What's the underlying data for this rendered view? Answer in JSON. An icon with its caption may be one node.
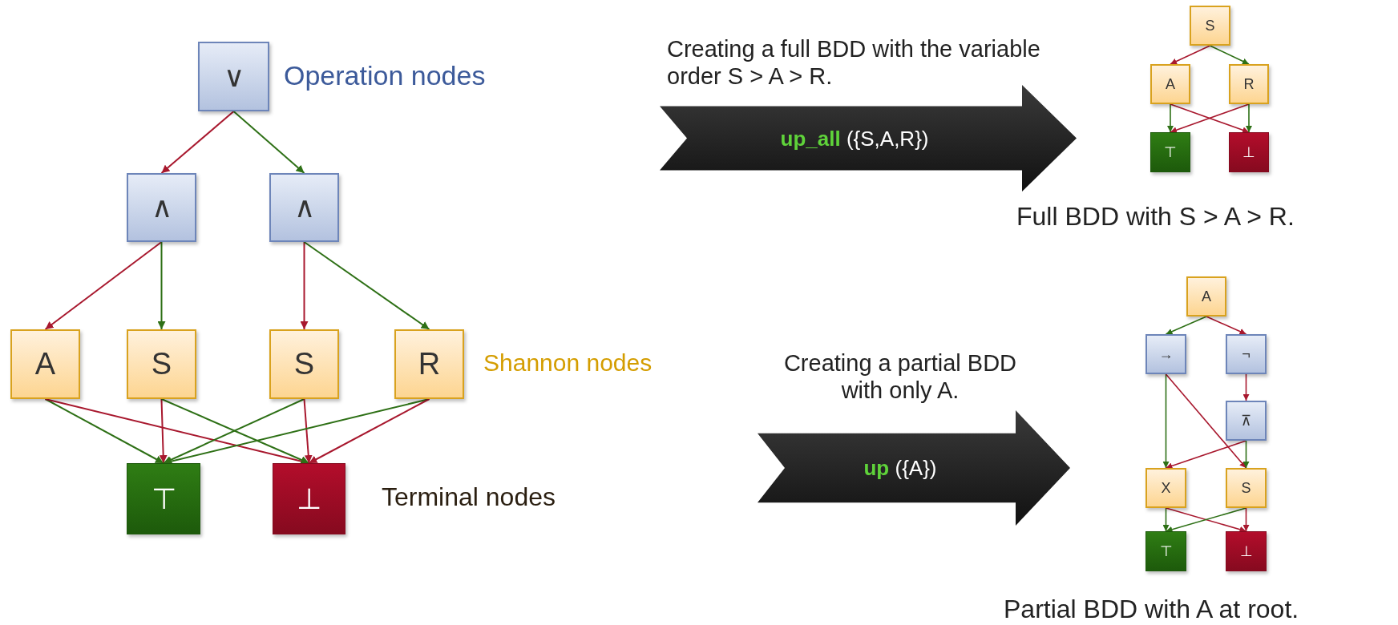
{
  "diagram": {
    "nodes": [
      {
        "text": [
          "∨"
        ]
      },
      {
        "text": [
          "∧"
        ]
      },
      {
        "text": [
          "∧"
        ]
      },
      {
        "text": [
          "A"
        ]
      },
      {
        "text": [
          "S"
        ]
      },
      {
        "text": [
          "S"
        ]
      },
      {
        "text": [
          "R"
        ]
      },
      {
        "text": [
          "⊤"
        ]
      },
      {
        "text": [
          "⊥"
        ]
      },
      {
        "text": [
          "Creating a full BDD with the variable order S > A > R.",
          "**up_all** ({S,A,R})"
        ]
      },
      {
        "text": [
          "S"
        ]
      },
      {
        "text": [
          "A"
        ]
      },
      {
        "text": [
          "R"
        ]
      },
      {
        "text": [
          "⊤"
        ]
      },
      {
        "text": [
          "⊥"
        ]
      },
      {
        "text": [
          "Creating a partial BDD with only A.",
          "**up** ({A})"
        ]
      },
      {
        "text": [
          "A"
        ]
      },
      {
        "text": [
          "→"
        ]
      },
      {
        "text": [
          "¬"
        ]
      },
      {
        "text": [
          "⊼"
        ]
      },
      {
        "text": [
          "X"
        ]
      },
      {
        "text": [
          "S"
        ]
      },
      {
        "text": [
          "⊤"
        ]
      },
      {
        "text": [
          "⊥"
        ]
      }
    ],
    "edges": [
      {
        "from": 0,
        "to": 1,
        "arrow": "to",
        "color": "#a8182e"
      },
      {
        "from": 0,
        "to": 2,
        "arrow": "to",
        "color": "#2e7016"
      },
      {
        "from": 1,
        "to": 3,
        "arrow": "to",
        "color": "#a8182e"
      },
      {
        "from": 1,
        "to": 4,
        "arrow": "to",
        "color": "#2e7016"
      },
      {
        "from": 2,
        "to": 5,
        "arrow": "to",
        "color": "#a8182e"
      },
      {
        "from": 2,
        "to": 6,
        "arrow": "to",
        "color": "#2e7016"
      },
      {
        "from": 3,
        "to": 7,
        "arrow": "to",
        "color": "#2e7016"
      },
      {
        "from": 3,
        "to": 8,
        "arrow": "to",
        "color": "#a8182e"
      },
      {
        "from": 4,
        "to": 7,
        "arrow": "to",
        "color": "#a8182e"
      },
      {
        "from": 4,
        "to": 8,
        "arrow": "to",
        "color": "#2e7016"
      },
      {
        "from": 5,
        "to": 7,
        "arrow": "to",
        "color": "#2e7016"
      },
      {
        "from": 5,
        "to": 8,
        "arrow": "to",
        "color": "#a8182e"
      },
      {
        "from": 6,
        "to": 7,
        "arrow": "to",
        "color": "#2e7016"
      },
      {
        "from": 6,
        "to": 8,
        "arrow": "to",
        "color": "#a8182e"
      },
      {
        "from": 10,
        "to": 11,
        "arrow": "to",
        "color": "#a8182e"
      },
      {
        "from": 10,
        "to": 12,
        "arrow": "to",
        "color": "#2e7016"
      },
      {
        "from": 11,
        "to": 13,
        "arrow": "to",
        "color": "#2e7016"
      },
      {
        "from": 11,
        "to": 14,
        "arrow": "to",
        "color": "#a8182e"
      },
      {
        "from": 12,
        "to": 13,
        "arrow": "to",
        "color": "#a8182e"
      },
      {
        "from": 12,
        "to": 14,
        "arrow": "to",
        "color": "#2e7016"
      },
      {
        "from": 16,
        "to": 17,
        "arrow": "to",
        "color": "#2e7016"
      },
      {
        "from": 16,
        "to": 18,
        "arrow": "to",
        "color": "#a8182e"
      },
      {
        "from": 17,
        "to": 20,
        "arrow": "to",
        "color": "#2e7016"
      },
      {
        "from": 17,
        "to": 21,
        "arrow": "to",
        "color": "#a8182e"
      },
      {
        "from": 18,
        "to": 19,
        "arrow": "to",
        "color": "#a8182e"
      },
      {
        "from": 19,
        "to": 20,
        "arrow": "to",
        "color": "#a8182e"
      },
      {
        "from": 19,
        "to": 21,
        "arrow": "to",
        "color": "#2e7016"
      },
      {
        "from": 20,
        "to": 22,
        "arrow": "to",
        "color": "#2e7016"
      },
      {
        "from": 20,
        "to": 23,
        "arrow": "to",
        "color": "#a8182e"
      },
      {
        "from": 21,
        "to": 22,
        "arrow": "to",
        "color": "#2e7016"
      },
      {
        "from": 21,
        "to": 23,
        "arrow": "to",
        "color": "#a8182e"
      }
    ],
    "labels": [
      "Operation nodes",
      "Shannon nodes",
      "Terminal nodes",
      "Full BDD with S > A > R.",
      "Partial BDD with A at root."
    ]
  }
}
